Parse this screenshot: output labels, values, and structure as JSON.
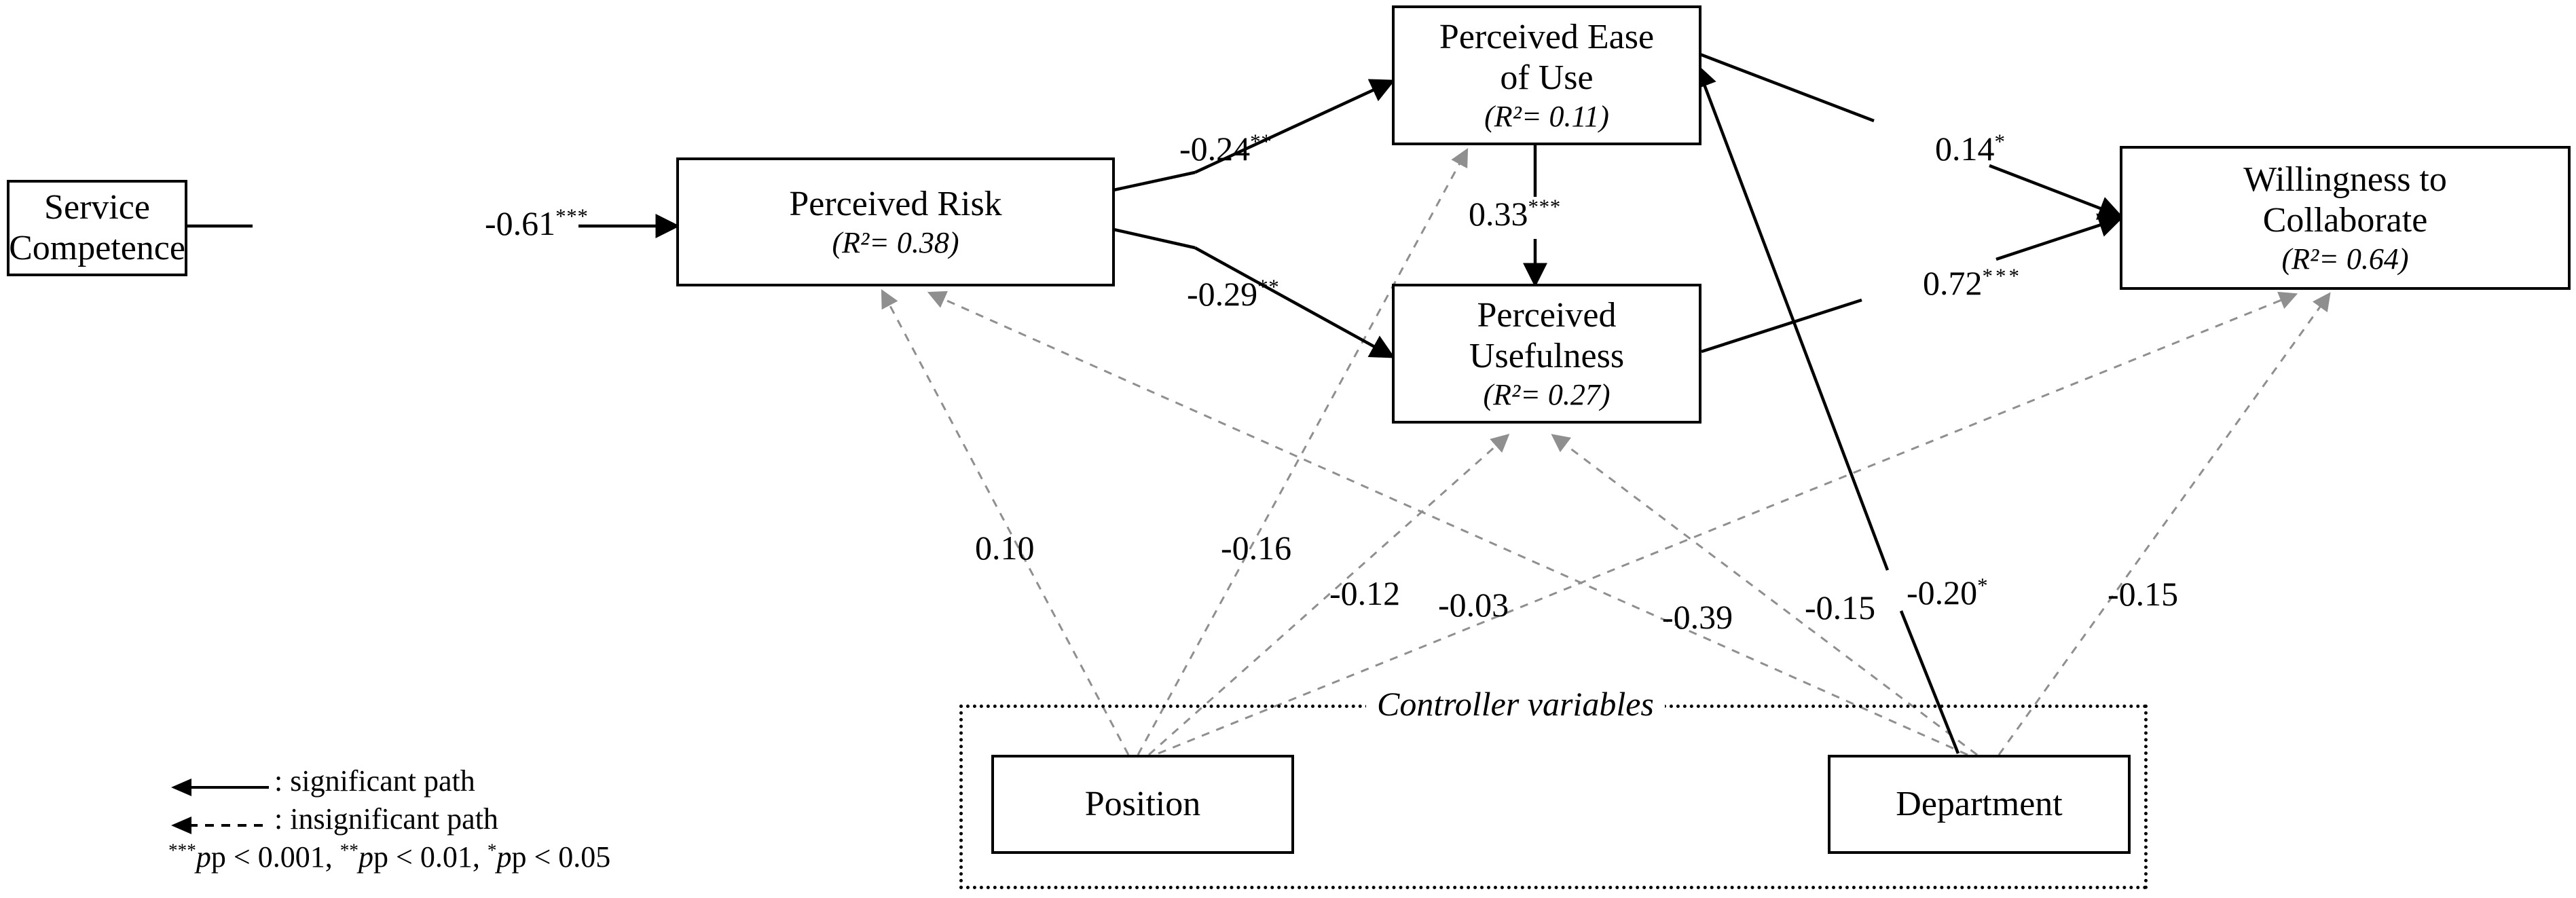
{
  "diagram": {
    "title": "Structural model path diagram",
    "controller_group_label": "Controller variables"
  },
  "nodes": {
    "service_competence": {
      "label": "Service Competence",
      "r2": ""
    },
    "perceived_risk": {
      "label": "Perceived Risk",
      "r2": "(R²= 0.38)"
    },
    "perceived_ease_of_use": {
      "label": "Perceived Ease\nof Use",
      "r2": "(R²= 0.11)"
    },
    "perceived_usefulness": {
      "label": "Perceived\nUsefulness",
      "r2": "(R²= 0.27)"
    },
    "willingness_to_collaborate": {
      "label": "Willingness to\nCollaborate",
      "r2": "(R²= 0.64)"
    },
    "position": {
      "label": "Position",
      "r2": ""
    },
    "department": {
      "label": "Department",
      "r2": ""
    }
  },
  "paths": [
    {
      "id": "sc-pr",
      "coef": "-0.61",
      "stars": "***",
      "from": "service_competence",
      "to": "perceived_risk",
      "significant": true
    },
    {
      "id": "pr-peou",
      "coef": "-0.24",
      "stars": "**",
      "from": "perceived_risk",
      "to": "perceived_ease_of_use",
      "significant": true
    },
    {
      "id": "pr-pu",
      "coef": "-0.29",
      "stars": "**",
      "from": "perceived_risk",
      "to": "perceived_usefulness",
      "significant": true
    },
    {
      "id": "peou-pu",
      "coef": "0.33",
      "stars": "***",
      "from": "perceived_ease_of_use",
      "to": "perceived_usefulness",
      "significant": true
    },
    {
      "id": "peou-wtc",
      "coef": "0.14",
      "stars": "*",
      "from": "perceived_ease_of_use",
      "to": "willingness_to_collaborate",
      "significant": true
    },
    {
      "id": "pu-wtc",
      "coef": "0.72",
      "stars": "***",
      "from": "perceived_usefulness",
      "to": "willingness_to_collaborate",
      "significant": true
    },
    {
      "id": "pos-pr",
      "coef": "0.10",
      "stars": "",
      "from": "position",
      "to": "perceived_risk",
      "significant": false
    },
    {
      "id": "pos-peou",
      "coef": "-0.16",
      "stars": "",
      "from": "position",
      "to": "perceived_ease_of_use",
      "significant": false
    },
    {
      "id": "pos-pu",
      "coef": "-0.12",
      "stars": "",
      "from": "position",
      "to": "perceived_usefulness",
      "significant": false
    },
    {
      "id": "pos-wtc",
      "coef": "-0.03",
      "stars": "",
      "from": "position",
      "to": "willingness_to_collaborate",
      "significant": false
    },
    {
      "id": "dep-pr",
      "coef": "-0.39",
      "stars": "",
      "from": "department",
      "to": "perceived_risk",
      "significant": false
    },
    {
      "id": "dep-pu",
      "coef": "-0.15",
      "stars": "",
      "from": "department",
      "to": "perceived_usefulness",
      "significant": false
    },
    {
      "id": "dep-peou",
      "coef": "-0.20",
      "stars": "*",
      "from": "department",
      "to": "perceived_ease_of_use",
      "significant": true
    },
    {
      "id": "dep-wtc",
      "coef": "-0.15",
      "stars": "",
      "from": "department",
      "to": "willingness_to_collaborate",
      "significant": false
    }
  ],
  "legend": {
    "significant": ": significant path",
    "insignificant": ": insignificant path",
    "sig_levels": {
      "s1": "***",
      "t1": "p < 0.001, ",
      "s2": "**",
      "t2": "p < 0.01, ",
      "s3": "*",
      "t3": "p < 0.05"
    }
  },
  "colors": {
    "ink": "#000000",
    "insignificant": "#9a9a9a",
    "background": "#ffffff"
  }
}
